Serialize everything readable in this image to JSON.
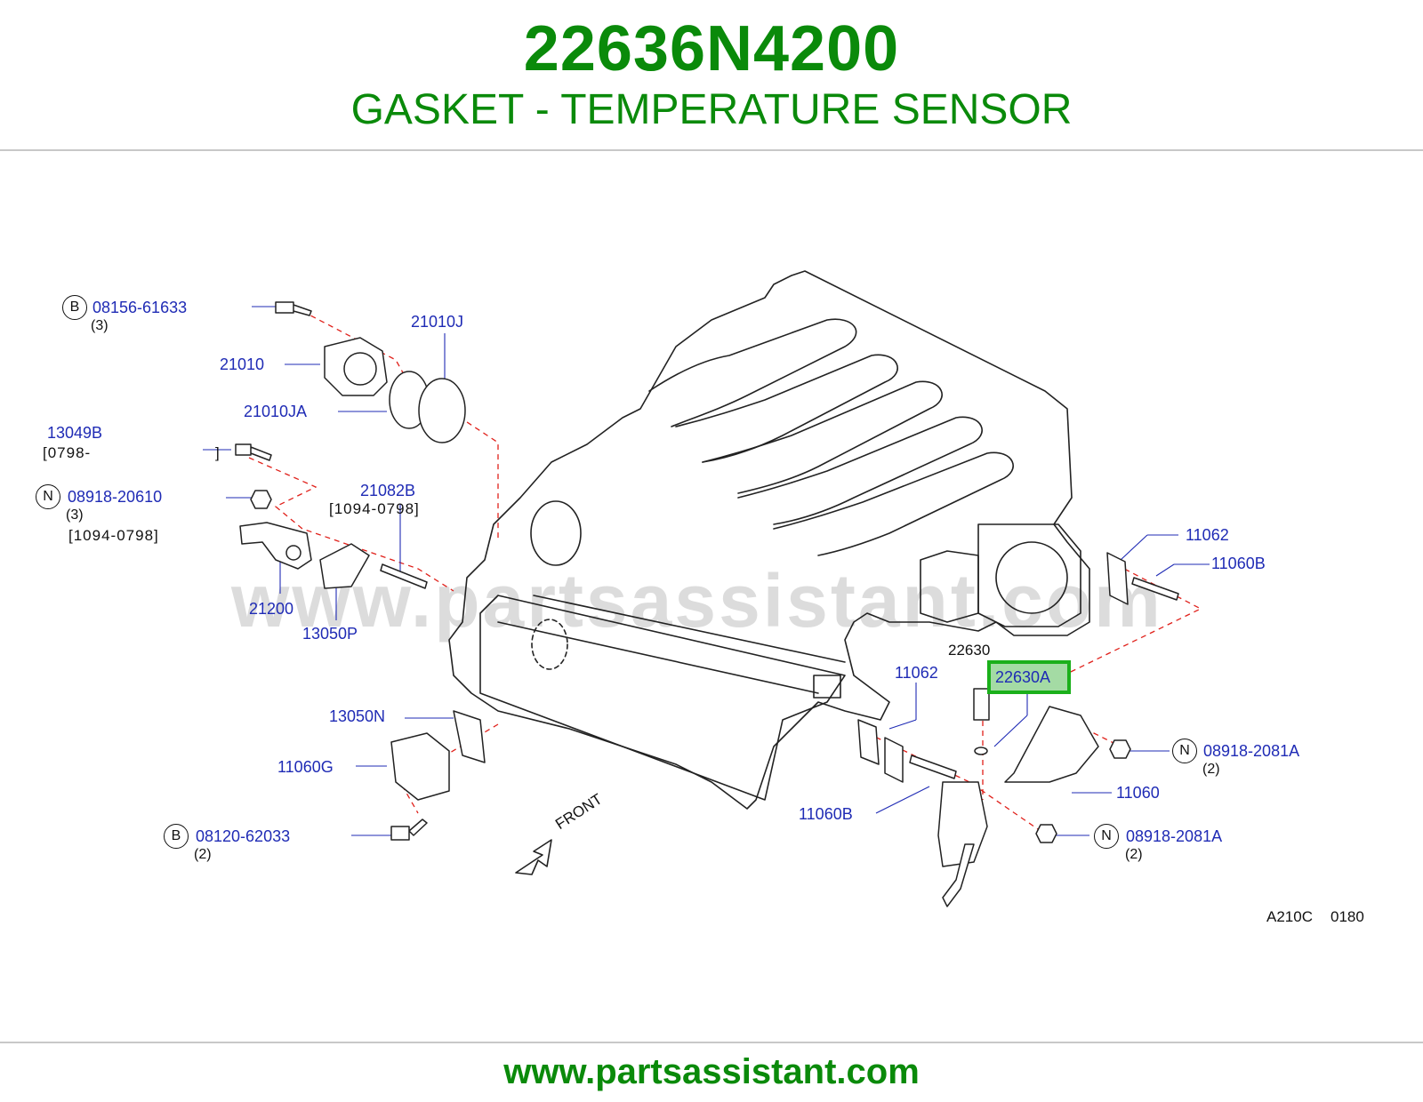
{
  "header": {
    "part_number": "22636N4200",
    "part_name": "GASKET - TEMPERATURE SENSOR"
  },
  "watermark": "www.partsassistant.com",
  "footer": {
    "url": "www.partsassistant.com"
  },
  "diagram": {
    "direction_label": "FRONT",
    "code_a": "A210C",
    "code_b": "0180",
    "highlighted_part": "22630A",
    "callouts": [
      {
        "badge": "B",
        "part": "08156-61633",
        "qty": "(3)"
      },
      {
        "part": "21010J"
      },
      {
        "part": "21010"
      },
      {
        "part": "21010JA"
      },
      {
        "part": "13049B",
        "date": "[0798-",
        "date_close": "]"
      },
      {
        "badge": "N",
        "part": "08918-20610",
        "qty": "(3)",
        "date": "[1094-0798]"
      },
      {
        "part": "21082B",
        "date": "[1094-0798]"
      },
      {
        "part": "21200"
      },
      {
        "part": "13050P"
      },
      {
        "part": "11062"
      },
      {
        "part": "11060B"
      },
      {
        "part": "22630"
      },
      {
        "part": "11062"
      },
      {
        "part": "22630A"
      },
      {
        "part": "13050N"
      },
      {
        "part": "11060G"
      },
      {
        "badge": "N",
        "part": "08918-2081A",
        "qty": "(2)"
      },
      {
        "part": "11060"
      },
      {
        "part": "11060B"
      },
      {
        "badge": "B",
        "part": "08120-62033",
        "qty": "(2)"
      },
      {
        "badge": "N",
        "part": "08918-2081A",
        "qty": "(2)"
      }
    ]
  }
}
